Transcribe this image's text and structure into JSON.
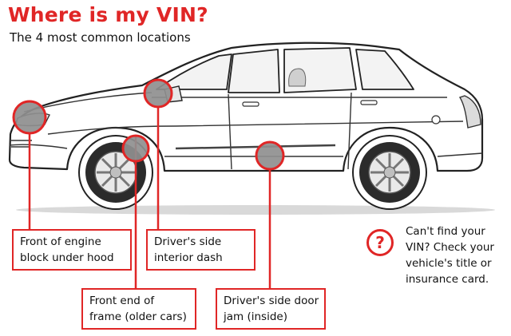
{
  "title": "Where is my VIN?",
  "subtitle": "The 4 most common locations",
  "colors": {
    "accent": "#e02626",
    "marker": "#8f8f8f",
    "ink": "#111111"
  },
  "callouts": [
    {
      "id": "engine",
      "lines": [
        "Front of engine",
        "block under hood"
      ]
    },
    {
      "id": "dash",
      "lines": [
        "Driver's side",
        "interior dash"
      ]
    },
    {
      "id": "frame",
      "lines": [
        "Front end of",
        "frame (older cars)"
      ]
    },
    {
      "id": "door",
      "lines": [
        "Driver's side door",
        "jam (inside)"
      ]
    }
  ],
  "help": {
    "icon": "question-circle-icon",
    "symbol": "?",
    "lines": [
      "Can't find your",
      "VIN? Check your",
      "vehicle's title or",
      "insurance card."
    ]
  }
}
